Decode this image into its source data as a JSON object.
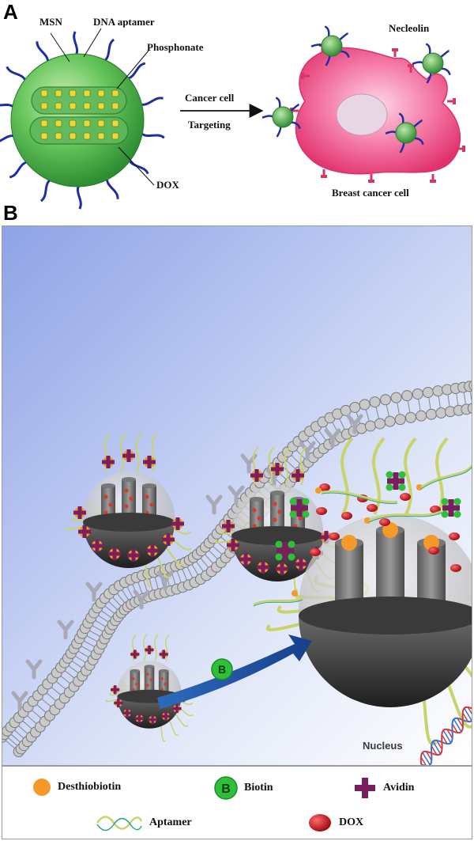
{
  "panel_a": {
    "letter": "A",
    "labels": {
      "msn": "MSN",
      "dna_aptamer": "DNA aptamer",
      "phosphonate": "Phosphonate",
      "dox": "DOX",
      "arrow_top": "Cancer cell",
      "arrow_bottom": "Targeting",
      "nucleolin": "Necleolin",
      "cell": "Breast cancer cell"
    }
  },
  "panel_b": {
    "letter": "B",
    "nucleus_label": "Nucleus",
    "biotin_badge": "B"
  },
  "legend": {
    "desthiobiotin": "Desthiobiotin",
    "biotin": "Biotin",
    "biotin_symbol": "B",
    "avidin": "Avidin",
    "aptamer": "Aptamer",
    "dox": "DOX"
  },
  "colors": {
    "particle_green": "#5fc25a",
    "aptamer_blue": "#1f2fa3",
    "cell_pink": "#ee4f86",
    "desthiobiotin_orange": "#f39a2b",
    "biotin_green": "#2fbf3a",
    "avidin_purple": "#7a1f5c",
    "dox_red": "#c5121b",
    "arrow_blue": "#1f5ea8"
  }
}
